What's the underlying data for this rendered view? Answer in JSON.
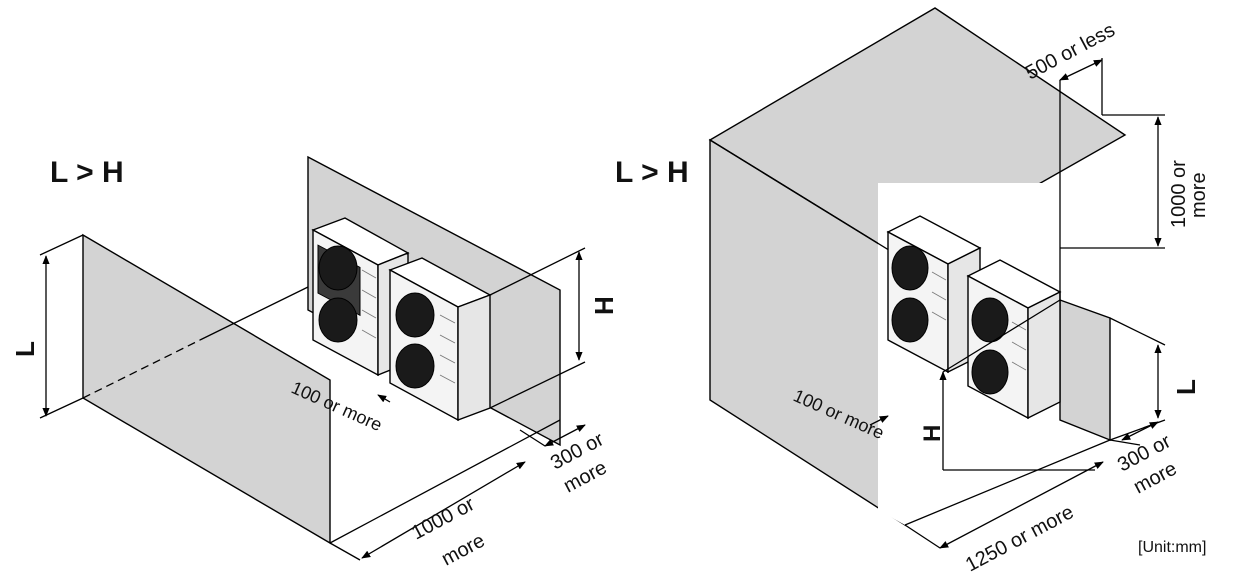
{
  "left": {
    "condition": "L > H",
    "label_L": "L",
    "label_H": "H",
    "clearance_between": "100 or more",
    "clearance_rear_1": "300 or",
    "clearance_rear_2": "more",
    "clearance_front_1": "1000 or",
    "clearance_front_2": "more"
  },
  "right": {
    "condition": "L > H",
    "label_L": "L",
    "label_H": "H",
    "clearance_top": "500 or less",
    "clearance_above_1": "1000 or",
    "clearance_above_2": "more",
    "clearance_between": "100 or more",
    "clearance_rear_1": "300 or",
    "clearance_rear_2": "more",
    "clearance_front": "1250 or more"
  },
  "unit_note": "[Unit:mm]"
}
